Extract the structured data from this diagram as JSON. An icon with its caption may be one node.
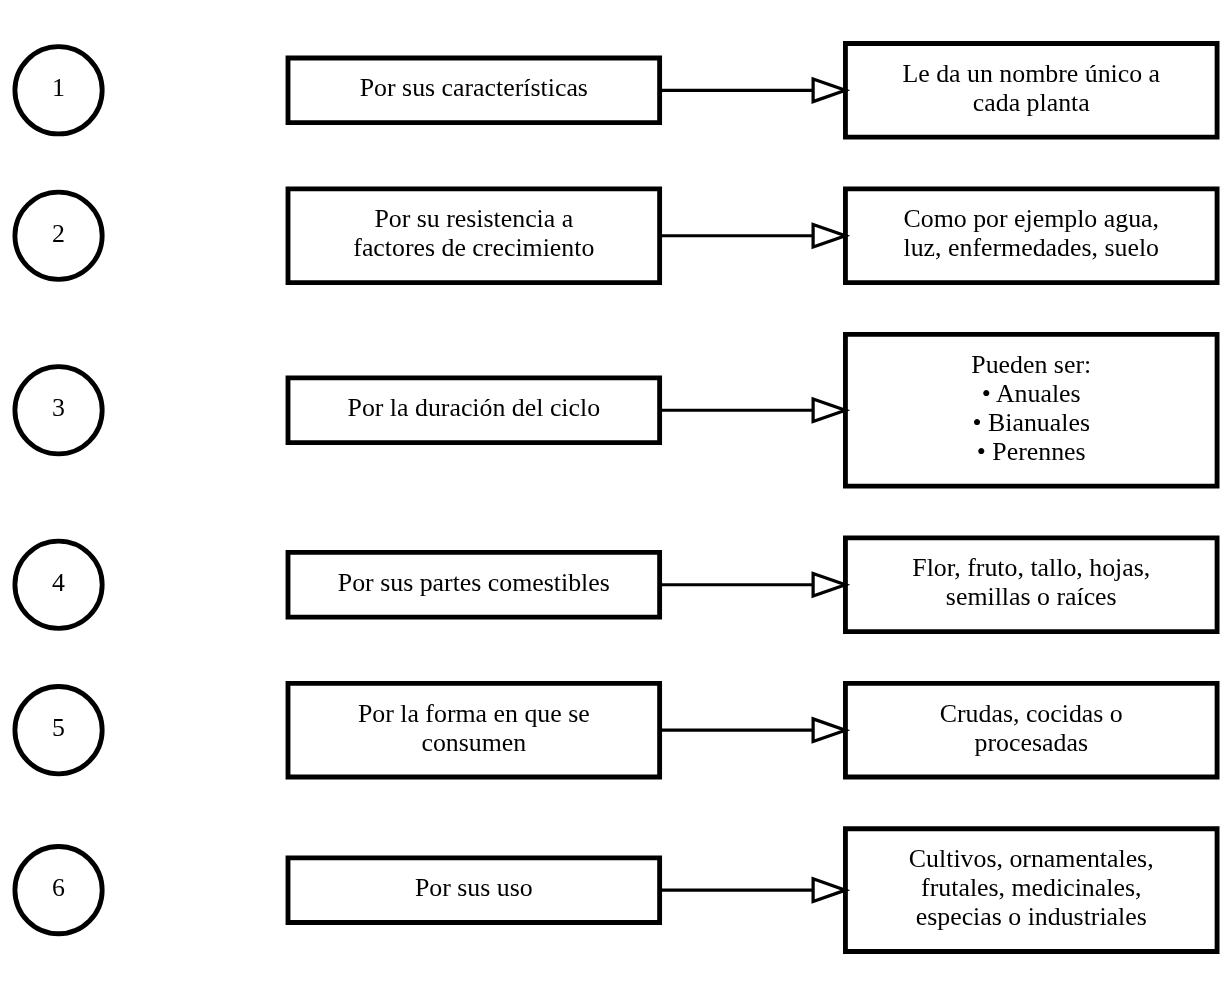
{
  "diagram": {
    "nodes": [
      {
        "text": [
          "1"
        ]
      },
      {
        "text": [
          "Por sus características"
        ]
      },
      {
        "text": [
          "Le da un nombre único a cada planta"
        ]
      },
      {
        "text": [
          "2"
        ]
      },
      {
        "text": [
          "Por su resistencia a factores de crecimiento"
        ]
      },
      {
        "text": [
          "Como por ejemplo agua, luz, enfermedades, suelo"
        ]
      },
      {
        "text": [
          "3"
        ]
      },
      {
        "text": [
          "Por la duración del ciclo"
        ]
      },
      {
        "text": [
          "Pueden ser:",
          "• Anuales",
          "• Bianuales",
          "• Perennes"
        ]
      },
      {
        "text": [
          "4"
        ]
      },
      {
        "text": [
          "Por sus partes comestibles"
        ]
      },
      {
        "text": [
          "Flor, fruto, tallo, hojas, semillas o raíces"
        ]
      },
      {
        "text": [
          "5"
        ]
      },
      {
        "text": [
          "Por la forma en que se consumen"
        ]
      },
      {
        "text": [
          "Crudas, cocidas o procesadas"
        ]
      },
      {
        "text": [
          "6"
        ]
      },
      {
        "text": [
          "Por sus uso"
        ]
      },
      {
        "text": [
          "Cultivos, ornamentales, frutales, medicinales, especias o industriales"
        ]
      }
    ],
    "edges": [
      {
        "from": 1,
        "to": 2,
        "arrow": "to"
      },
      {
        "from": 4,
        "to": 5,
        "arrow": "to"
      },
      {
        "from": 7,
        "to": 8,
        "arrow": "to"
      },
      {
        "from": 10,
        "to": 11,
        "arrow": "to"
      },
      {
        "from": 13,
        "to": 14,
        "arrow": "to"
      },
      {
        "from": 16,
        "to": 17,
        "arrow": "to"
      }
    ]
  }
}
